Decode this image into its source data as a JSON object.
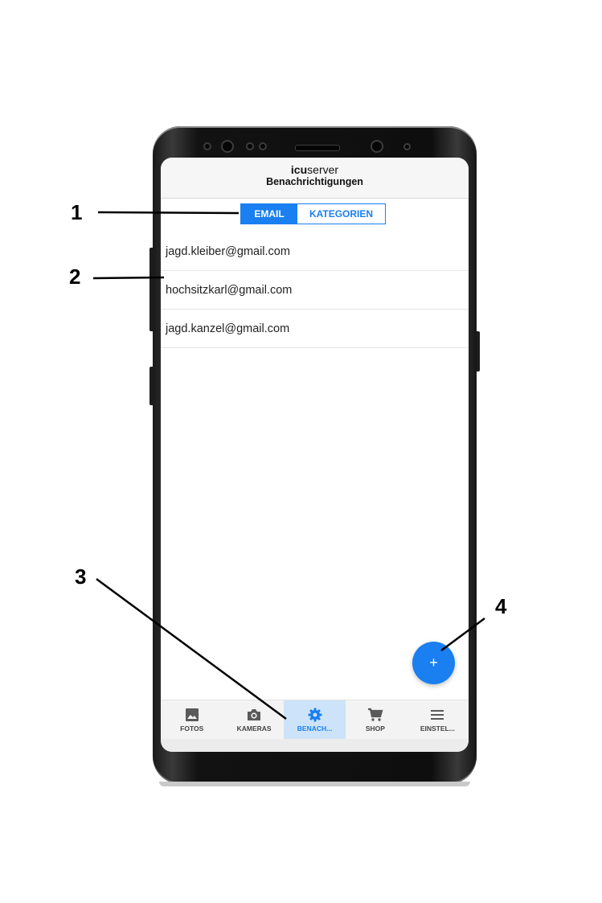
{
  "app": {
    "brand_bold": "icu",
    "brand_rest": "server",
    "title": "Benachrichtigungen"
  },
  "segment": {
    "email": "EMAIL",
    "categories": "KATEGORIEN"
  },
  "emails": [
    "jagd.kleiber@gmail.com",
    "hochsitzkarl@gmail.com",
    "jagd.kanzel@gmail.com"
  ],
  "fab_label": "+",
  "tabs": {
    "fotos": "FOTOS",
    "kameras": "KAMERAS",
    "benach": "BENACH...",
    "shop": "SHOP",
    "einstel": "EINSTEL..."
  },
  "callouts": {
    "c1": "1",
    "c2": "2",
    "c3": "3",
    "c4": "4"
  },
  "colors": {
    "accent": "#1a7ff0",
    "active_tab_bg": "#cde3f9"
  }
}
